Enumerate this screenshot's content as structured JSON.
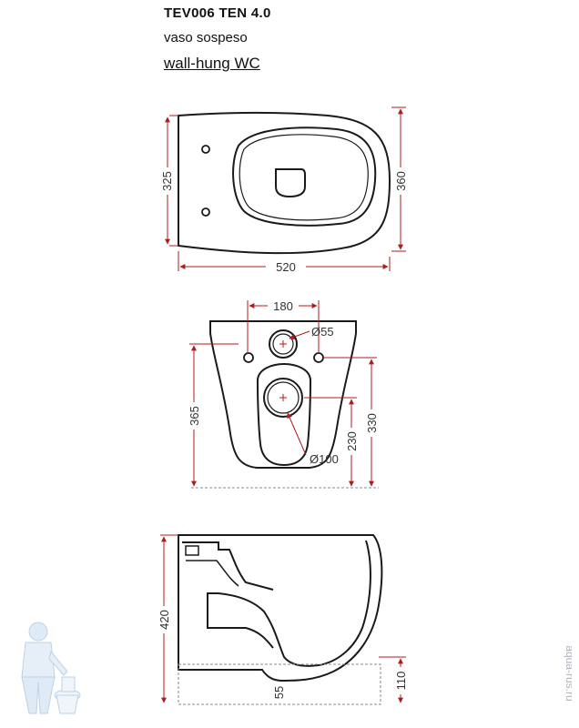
{
  "header": {
    "title": "TEV006 TEN 4.0",
    "subtitle_it": "vaso sospeso",
    "subtitle_en": "wall-hung WC"
  },
  "top_view": {
    "width": "520",
    "depth_left": "325",
    "depth_right": "360"
  },
  "front_view": {
    "spacing": "180",
    "inlet_diameter": "Ø55",
    "outlet_diameter": "Ø100",
    "height_left": "365",
    "height_right": "330",
    "outlet_height": "230"
  },
  "side_view": {
    "height": "420",
    "floor_offset": "110",
    "outlet_offset": "55"
  },
  "watermark": "aqua-rus.ru",
  "colors": {
    "line": "#1a1a1a",
    "dimension": "#b01c1c"
  }
}
